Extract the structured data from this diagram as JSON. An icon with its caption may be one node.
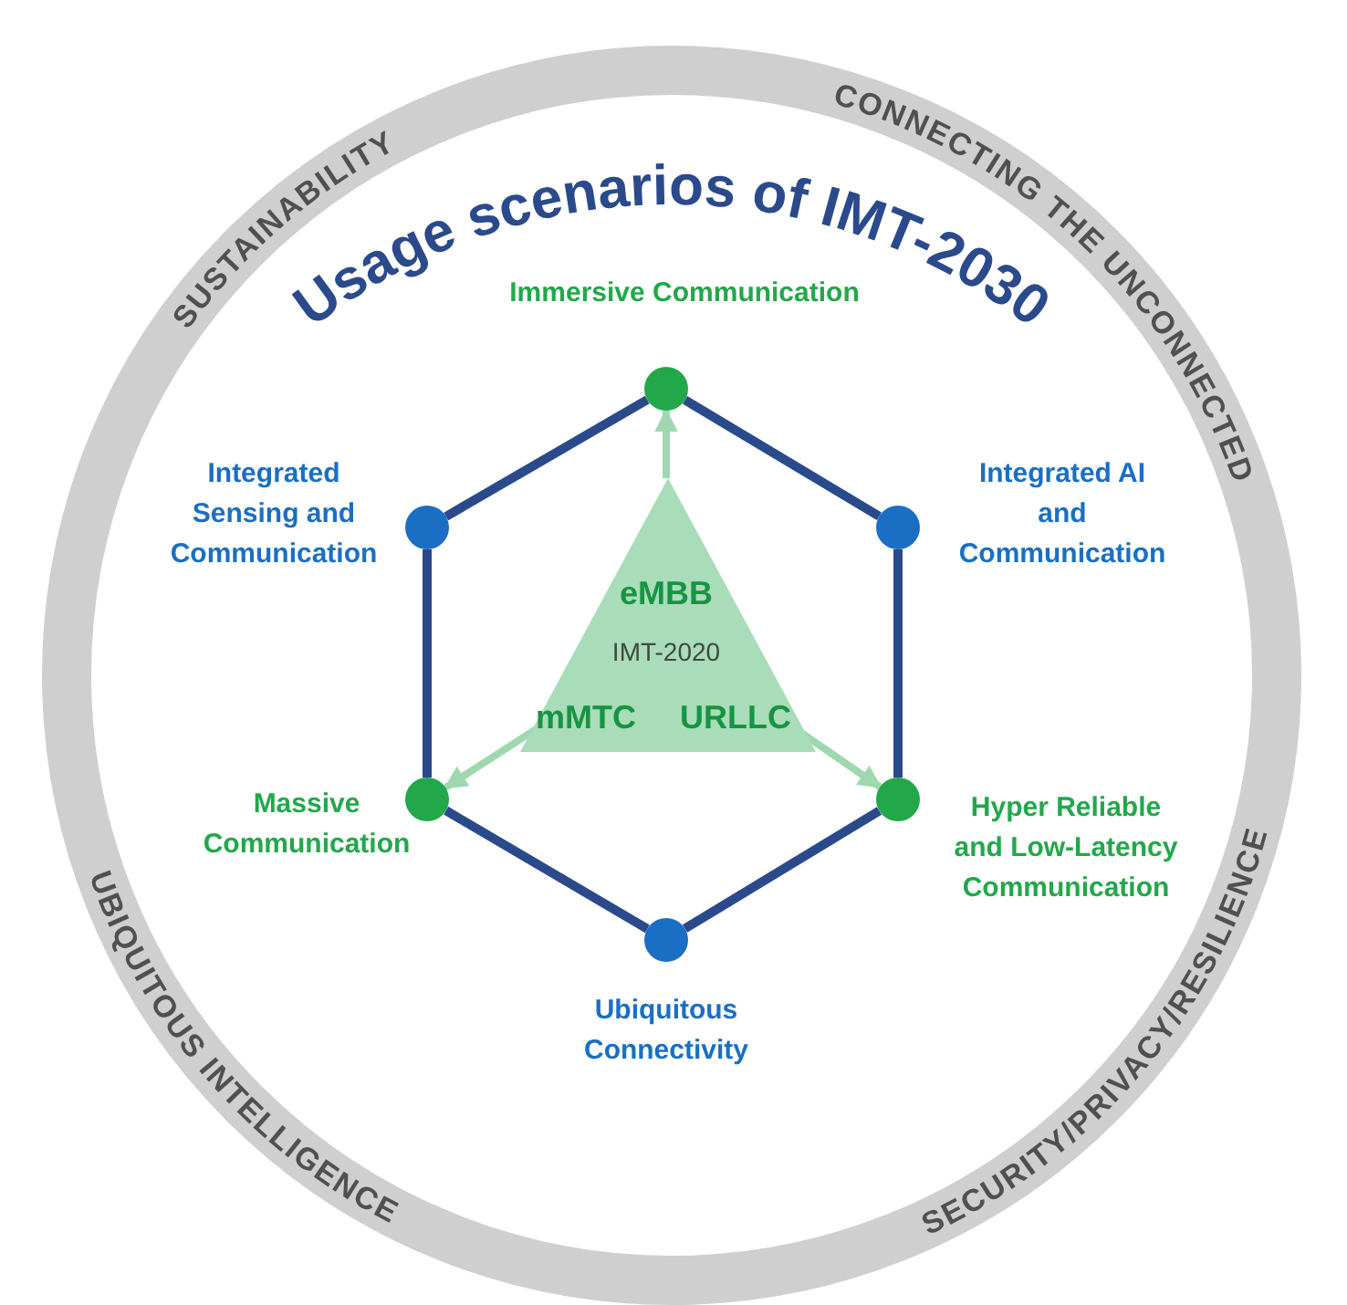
{
  "diagram": {
    "title": "Usage scenarios of IMT-2030",
    "nodes": [
      {
        "text": [
          "SUSTAINABILITY",
          "CONNECTING THE UNCONNECTED",
          "UBIQUITOUS INTELLIGENCE",
          "SECURITY/PRIVACY/RESILIENCE"
        ]
      },
      {
        "text": [
          "eMBB",
          "IMT-2020",
          "mMTC",
          "URLLC"
        ],
        "in": 0
      },
      {
        "text": [],
        "shape": "circle",
        "beside": [
          "Immersive Communication"
        ],
        "in": 0
      },
      {
        "text": [],
        "shape": "circle",
        "beside": [
          "Integrated Sensing and Communication"
        ],
        "in": 0
      },
      {
        "text": [],
        "shape": "circle",
        "beside": [
          "Integrated AI and Communication"
        ],
        "in": 0
      },
      {
        "text": [],
        "shape": "circle",
        "beside": [
          "Massive Communication"
        ],
        "in": 0
      },
      {
        "text": [],
        "shape": "circle",
        "beside": [
          "Hyper Reliable and Low-Latency Communication"
        ],
        "in": 0
      },
      {
        "text": [],
        "shape": "circle",
        "beside": [
          "Ubiquitous Connectivity"
        ],
        "in": 0
      }
    ],
    "edges": [
      {
        "from": 2,
        "to": 3,
        "arrow": "none"
      },
      {
        "from": 2,
        "to": 4,
        "arrow": "none"
      },
      {
        "from": 3,
        "to": 5,
        "arrow": "none"
      },
      {
        "from": 4,
        "to": 6,
        "arrow": "none"
      },
      {
        "from": 5,
        "to": 7,
        "arrow": "none"
      },
      {
        "from": 6,
        "to": 7,
        "arrow": "none"
      },
      {
        "from": 1,
        "to": 2,
        "arrow": "to",
        "color": "#9fd8b0"
      },
      {
        "from": 1,
        "to": 5,
        "arrow": "to",
        "color": "#9fd8b0"
      },
      {
        "from": 1,
        "to": 6,
        "arrow": "to",
        "color": "#9fd8b0"
      }
    ]
  }
}
